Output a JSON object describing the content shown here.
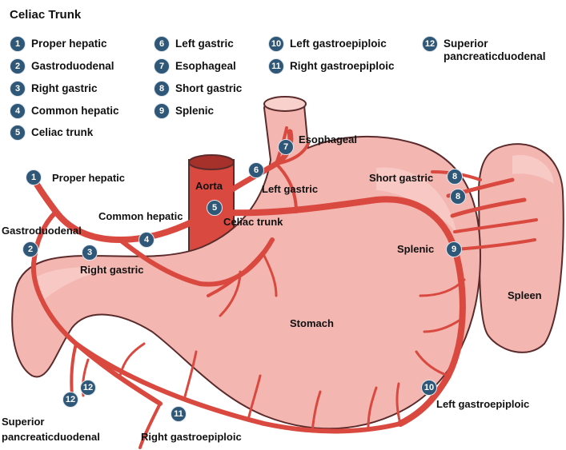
{
  "title": "Celiac Trunk",
  "legend": [
    {
      "num": "1",
      "label": "Proper hepatic"
    },
    {
      "num": "2",
      "label": "Gastroduodenal"
    },
    {
      "num": "3",
      "label": "Right gastric"
    },
    {
      "num": "4",
      "label": "Common hepatic"
    },
    {
      "num": "5",
      "label": "Celiac trunk"
    },
    {
      "num": "6",
      "label": "Left gastric"
    },
    {
      "num": "7",
      "label": "Esophageal"
    },
    {
      "num": "8",
      "label": "Short gastric"
    },
    {
      "num": "9",
      "label": "Splenic"
    },
    {
      "num": "10",
      "label": "Left gastroepiploic"
    },
    {
      "num": "11",
      "label": "Right gastroepiploic"
    },
    {
      "num": "12",
      "label": "Superior pancreaticduodenal"
    }
  ],
  "labels": {
    "proper_hepatic": "Proper hepatic",
    "gastroduodenal": "Gastroduodenal",
    "right_gastric": "Right gastric",
    "common_hepatic": "Common hepatic",
    "aorta": "Aorta",
    "celiac_trunk": "Celiac trunk",
    "left_gastric": "Left gastric",
    "esophageal": "Esophageal",
    "short_gastric": "Short gastric",
    "splenic": "Splenic",
    "spleen": "Spleen",
    "stomach": "Stomach",
    "left_gastroepiploic": "Left gastroepiploic",
    "right_gastroepiploic": "Right gastroepiploic",
    "superior_pd_line1": "Superior",
    "superior_pd_line2": "pancreaticduodenal"
  },
  "markers": {
    "m1": "1",
    "m2": "2",
    "m3": "3",
    "m4": "4",
    "m5": "5",
    "m6": "6",
    "m7": "7",
    "m8a": "8",
    "m8b": "8",
    "m9": "9",
    "m10": "10",
    "m11": "11",
    "m12a": "12",
    "m12b": "12"
  },
  "colors": {
    "artery": "#d9493f",
    "artery_dark": "#a6302a",
    "organ": "#f3b6b1",
    "organ_edge": "#5b2b2b",
    "badge": "#2f5777"
  }
}
